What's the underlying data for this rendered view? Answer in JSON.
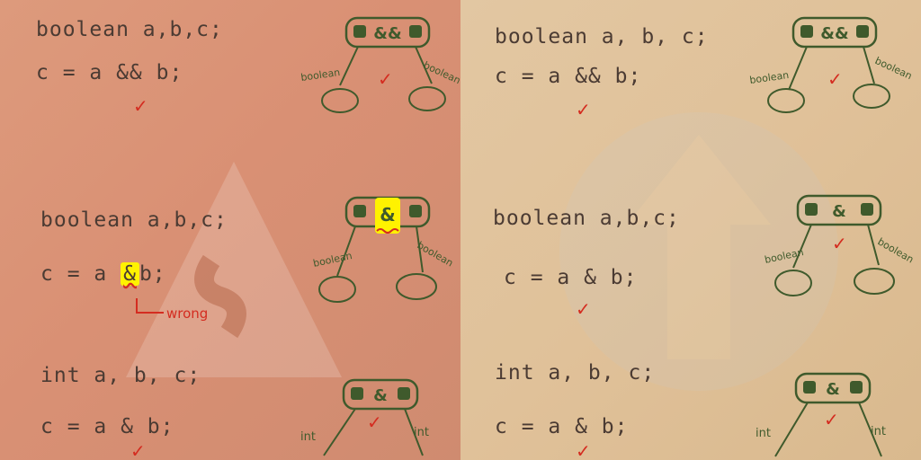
{
  "panels": {
    "left": {
      "examples": [
        {
          "decl": "boolean a,b,c;",
          "expr": "c = a && b;",
          "op": "&&",
          "child_type": "boolean",
          "valid": true
        },
        {
          "decl": "boolean a,b,c;",
          "expr_pre": "c = a ",
          "expr_op": "&",
          "expr_post": "b;",
          "op": "&",
          "child_type": "boolean",
          "valid": false,
          "error_label": "wrong"
        },
        {
          "decl": "int a, b, c;",
          "expr": "c = a & b;",
          "op": "&",
          "child_type": "int",
          "valid": true
        }
      ]
    },
    "right": {
      "examples": [
        {
          "decl": "boolean a, b, c;",
          "expr": "c = a && b;",
          "op": "&&",
          "child_type": "boolean",
          "valid": true
        },
        {
          "decl": "boolean a,b,c;",
          "expr": "c = a & b;",
          "op": "&",
          "child_type": "boolean",
          "valid": true
        },
        {
          "decl": "int a, b, c;",
          "expr": "c = a & b;",
          "op": "&",
          "child_type": "int",
          "valid": true
        }
      ]
    }
  },
  "colors": {
    "left_background": "#d99074",
    "right_background": "#e0c199",
    "ink": "#4b3b33",
    "tree_ink": "#3f5a2c",
    "check": "#d42c20",
    "highlight": "#fff200"
  },
  "icons": {
    "check": "check-mark-icon",
    "background_left": "warning-triangle-icon",
    "background_right": "up-arrow-circle-icon"
  }
}
